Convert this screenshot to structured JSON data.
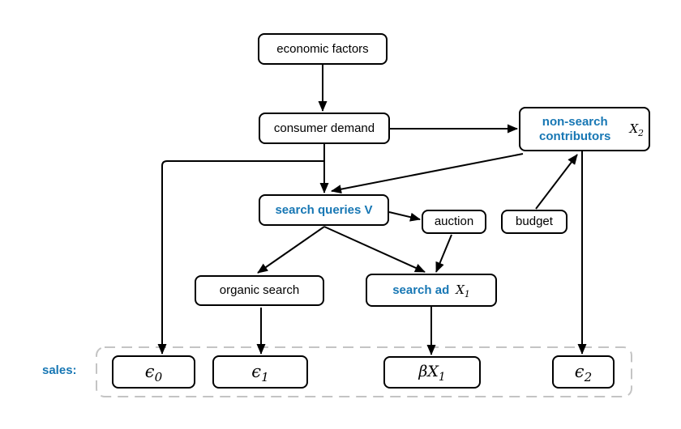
{
  "colors": {
    "accent_blue": "#1777b4",
    "box_border": "#000000",
    "dashed_border": "#c4c4c4",
    "background": "#ffffff"
  },
  "diagram": {
    "type": "causal-dag",
    "sales_label": "sales:",
    "nodes": {
      "economic_factors": {
        "label": "economic factors"
      },
      "consumer_demand": {
        "label": "consumer demand"
      },
      "non_search_contributors": {
        "line1": "non-search",
        "line2": "contributors",
        "math_base": "X",
        "math_sub": "2"
      },
      "search_queries": {
        "label": "search queries V"
      },
      "auction": {
        "label": "auction"
      },
      "budget": {
        "label": "budget"
      },
      "organic_search": {
        "label": "organic search"
      },
      "search_ad": {
        "label": "search ad",
        "math_base": "X",
        "math_sub": "1"
      },
      "sales_eps0": {
        "math_base": "ϵ",
        "math_sub": "0"
      },
      "sales_eps1": {
        "math_base": "ϵ",
        "math_sub": "1"
      },
      "sales_betaX1": {
        "math_base": "βX",
        "math_sub": "1"
      },
      "sales_eps2": {
        "math_base": "ϵ",
        "math_sub": "2"
      }
    },
    "edges": [
      {
        "from": "economic factors",
        "to": "consumer demand"
      },
      {
        "from": "consumer demand",
        "to": "non-search contributors"
      },
      {
        "from": "consumer demand",
        "to": "search queries V"
      },
      {
        "from": "consumer demand",
        "to": "sales ϵ0"
      },
      {
        "from": "non-search contributors",
        "to": "search queries V"
      },
      {
        "from": "search queries V",
        "to": "auction"
      },
      {
        "from": "search queries V",
        "to": "organic search"
      },
      {
        "from": "search queries V",
        "to": "search ad X1"
      },
      {
        "from": "auction",
        "to": "search ad X1"
      },
      {
        "from": "budget",
        "to": "non-search contributors"
      },
      {
        "from": "non-search contributors",
        "to": "sales ϵ2"
      },
      {
        "from": "organic search",
        "to": "sales ϵ1"
      },
      {
        "from": "search ad X1",
        "to": "sales βX1"
      }
    ]
  }
}
